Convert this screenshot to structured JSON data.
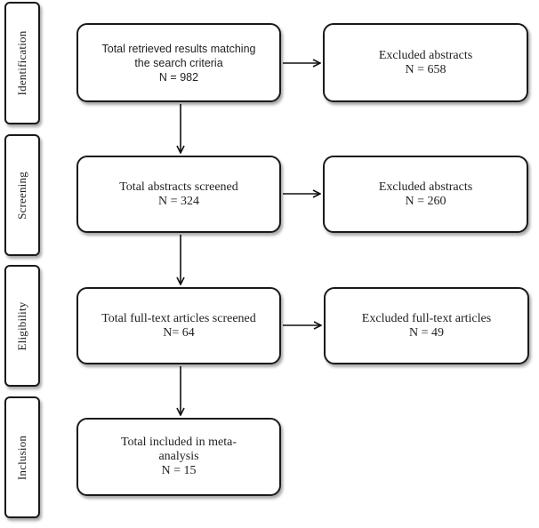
{
  "stages": [
    {
      "label": "Identification"
    },
    {
      "label": "Screening"
    },
    {
      "label": "Eligibility"
    },
    {
      "label": "Inclusion"
    }
  ],
  "boxes": {
    "retrieved": {
      "lines": [
        "Total retrieved results matching",
        "the search criteria"
      ],
      "count": "N = 982"
    },
    "excluded_1": {
      "lines": [
        "Excluded abstracts"
      ],
      "count": "N = 658"
    },
    "screened": {
      "lines": [
        "Total abstracts screened"
      ],
      "count": "N = 324"
    },
    "excluded_2": {
      "lines": [
        "Excluded abstracts"
      ],
      "count": "N = 260"
    },
    "fulltext": {
      "lines": [
        "Total full-text articles screened"
      ],
      "count": "N= 64"
    },
    "excluded_3": {
      "lines": [
        "Excluded full-text articles"
      ],
      "count": "N = 49"
    },
    "included": {
      "lines": [
        "Total included in meta-",
        "analysis"
      ],
      "count": "N = 15"
    }
  }
}
